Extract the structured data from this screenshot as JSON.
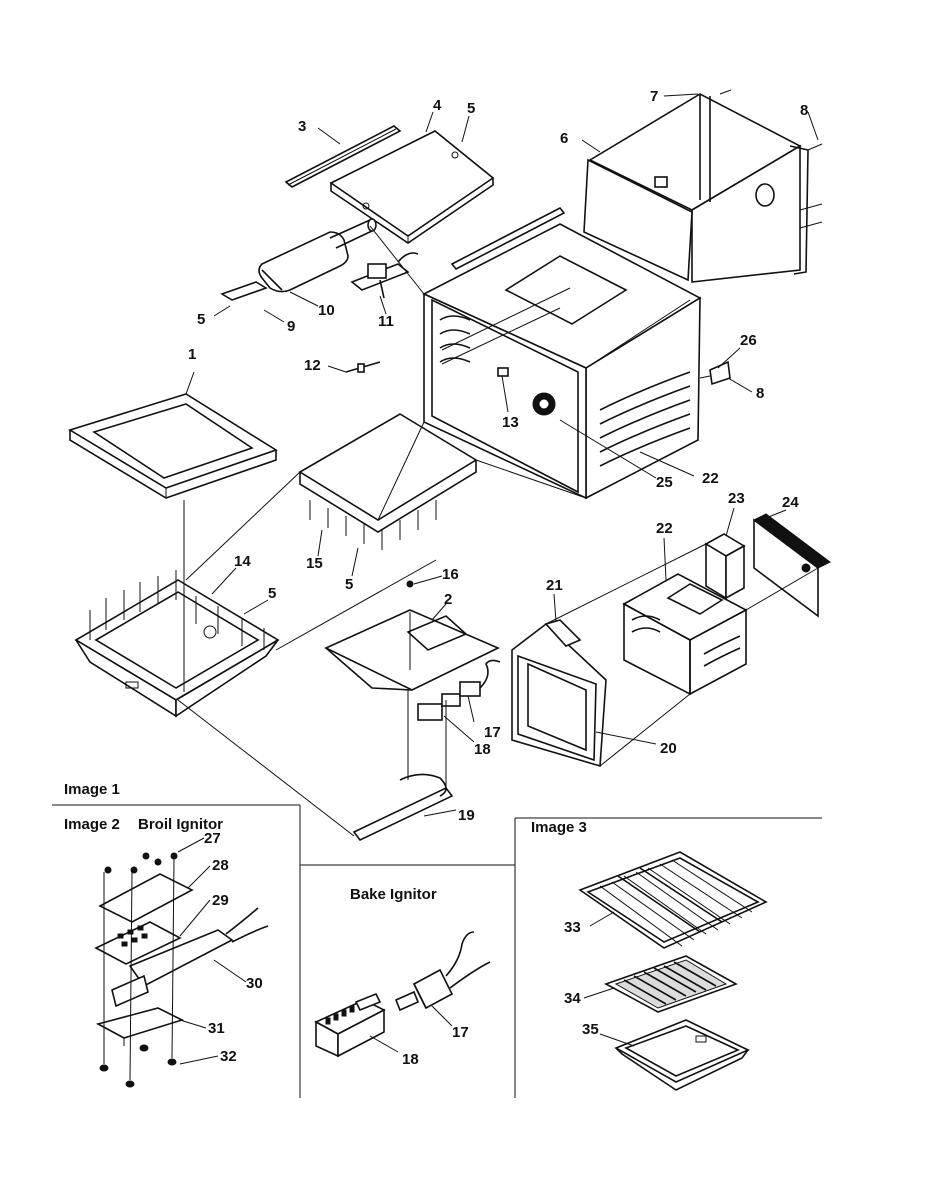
{
  "sections": {
    "image1": "Image 1",
    "image2": "Image 2",
    "broil": "Broil Ignitor",
    "bake": "Bake Ignitor",
    "image3": "Image 3"
  },
  "callouts": [
    {
      "id": "c1",
      "text": "1"
    },
    {
      "id": "c2",
      "text": "2"
    },
    {
      "id": "c3",
      "text": "3"
    },
    {
      "id": "c4",
      "text": "4"
    },
    {
      "id": "c5a",
      "text": "5"
    },
    {
      "id": "c5b",
      "text": "5"
    },
    {
      "id": "c5c",
      "text": "5"
    },
    {
      "id": "c5d",
      "text": "5"
    },
    {
      "id": "c6",
      "text": "6"
    },
    {
      "id": "c7",
      "text": "7"
    },
    {
      "id": "c8a",
      "text": "8"
    },
    {
      "id": "c8b",
      "text": "8"
    },
    {
      "id": "c9",
      "text": "9"
    },
    {
      "id": "c10",
      "text": "10"
    },
    {
      "id": "c11",
      "text": "11"
    },
    {
      "id": "c12",
      "text": "12"
    },
    {
      "id": "c13",
      "text": "13"
    },
    {
      "id": "c14",
      "text": "14"
    },
    {
      "id": "c15",
      "text": "15"
    },
    {
      "id": "c16",
      "text": "16"
    },
    {
      "id": "c17a",
      "text": "17"
    },
    {
      "id": "c17b",
      "text": "17"
    },
    {
      "id": "c18a",
      "text": "18"
    },
    {
      "id": "c18b",
      "text": "18"
    },
    {
      "id": "c19",
      "text": "19"
    },
    {
      "id": "c20",
      "text": "20"
    },
    {
      "id": "c21",
      "text": "21"
    },
    {
      "id": "c22a",
      "text": "22"
    },
    {
      "id": "c22b",
      "text": "22"
    },
    {
      "id": "c23",
      "text": "23"
    },
    {
      "id": "c24",
      "text": "24"
    },
    {
      "id": "c25",
      "text": "25"
    },
    {
      "id": "c26",
      "text": "26"
    },
    {
      "id": "c27",
      "text": "27"
    },
    {
      "id": "c28",
      "text": "28"
    },
    {
      "id": "c29",
      "text": "29"
    },
    {
      "id": "c30",
      "text": "30"
    },
    {
      "id": "c31",
      "text": "31"
    },
    {
      "id": "c32",
      "text": "32"
    },
    {
      "id": "c33",
      "text": "33"
    },
    {
      "id": "c34",
      "text": "34"
    },
    {
      "id": "c35",
      "text": "35"
    }
  ]
}
